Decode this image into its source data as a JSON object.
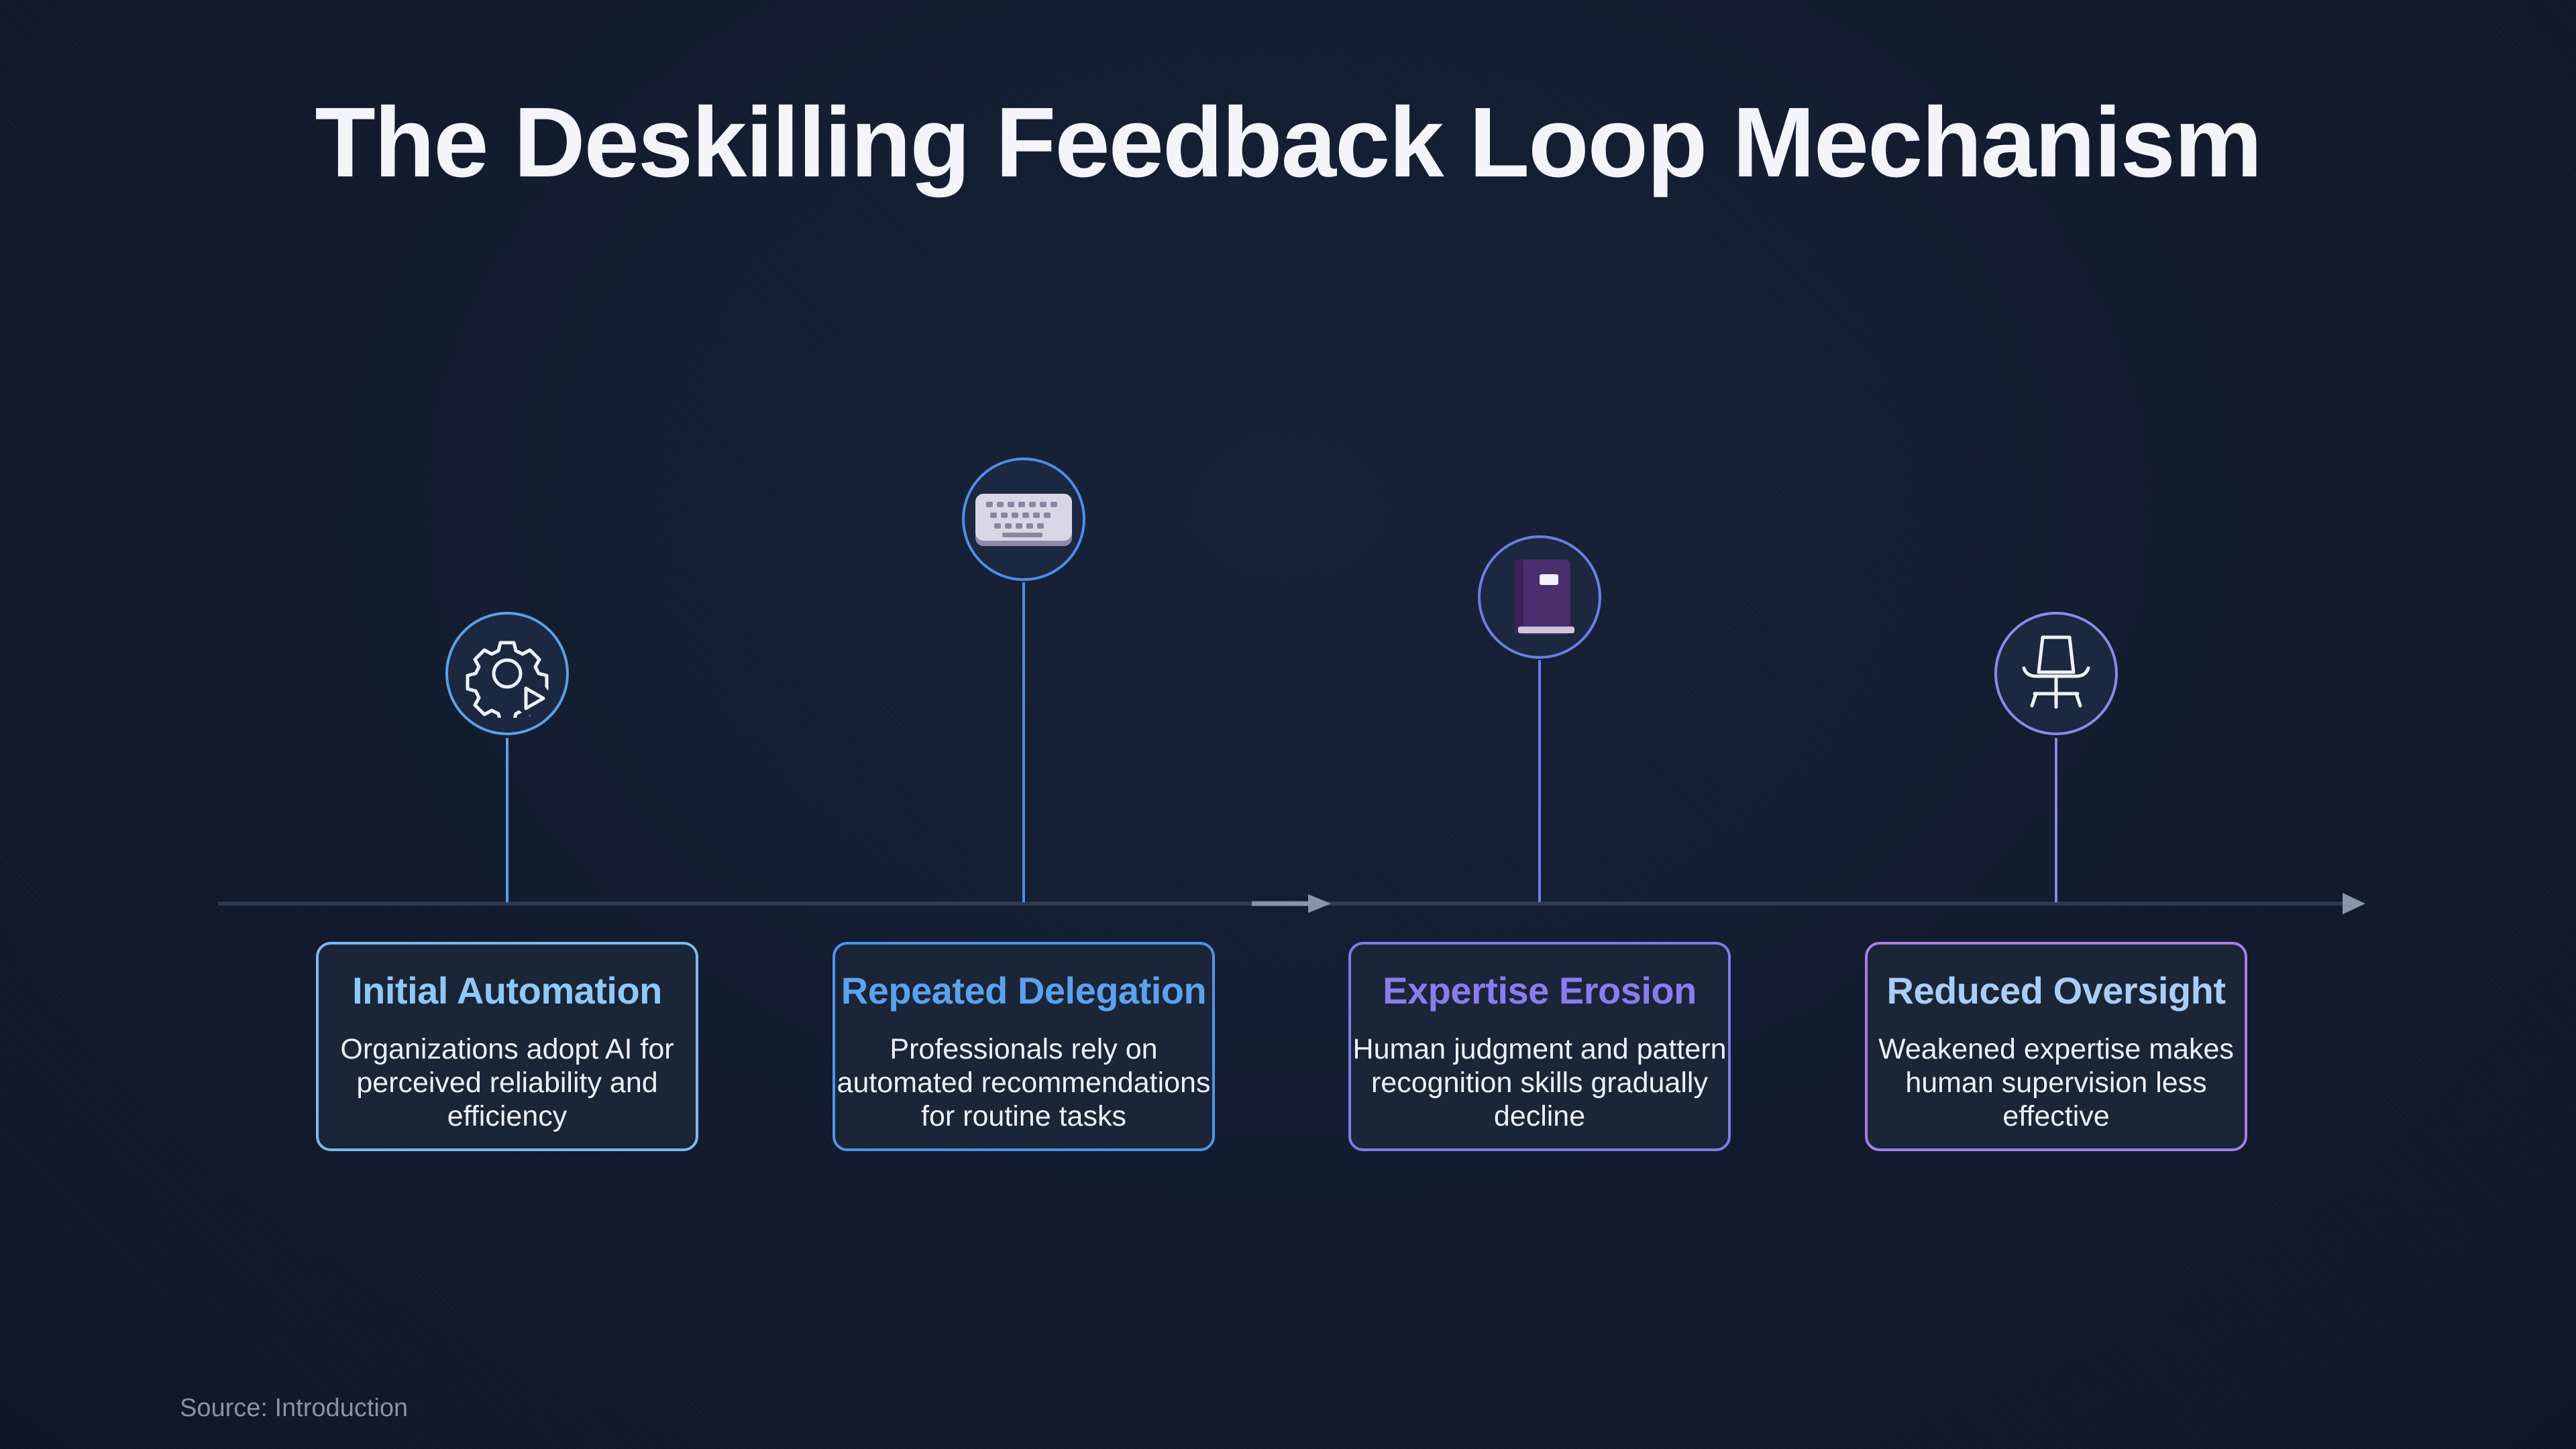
{
  "title": "The Deskilling Feedback Loop Mechanism",
  "stages": [
    {
      "title": "Initial Automation",
      "description": "Organizations adopt AI for perceived reliability and efficiency",
      "icon": "gear-play-icon",
      "color": "#8ec8f6"
    },
    {
      "title": "Repeated Delegation",
      "description": "Professionals rely on automated recommendations for routine tasks",
      "icon": "keyboard-icon",
      "color": "#5aa2ee"
    },
    {
      "title": "Expertise Erosion",
      "description": "Human judgment and pattern recognition skills gradually decline",
      "icon": "book-icon",
      "color": "#8a7cf0"
    },
    {
      "title": "Reduced Oversight",
      "description": "Weakened expertise makes human supervision less effective",
      "icon": "office-chair-icon",
      "color": "#a9cdf7"
    }
  ],
  "source": "Source: Introduction"
}
